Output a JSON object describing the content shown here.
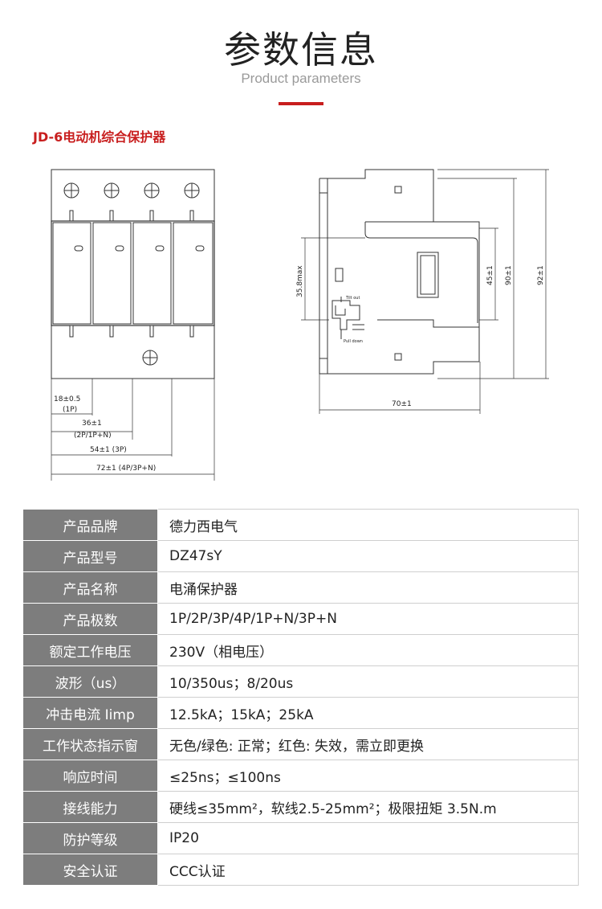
{
  "header": {
    "title": "参数信息",
    "subtitle": "Product parameters",
    "model": "JD-6电动机综合保护器"
  },
  "drawing": {
    "front": {
      "dim_1p": "18±0.5",
      "dim_1p_note": "(1P)",
      "dim_2p": "36±1",
      "dim_2p_note": "(2P/1P+N)",
      "dim_3p": "54±1 (3P)",
      "dim_4p": "72±1 (4P/3P+N)"
    },
    "side": {
      "dim_max": "35.8max",
      "dim_45": "45±1",
      "dim_90": "90±1",
      "dim_92": "92±1",
      "dim_70": "70±1",
      "tilt_out": "Tilt out",
      "pull_down": "Pull down"
    }
  },
  "specs": [
    {
      "key": "产品品牌",
      "value": "德力西电气"
    },
    {
      "key": "产品型号",
      "value": "DZ47sY"
    },
    {
      "key": "产品名称",
      "value": "电涌保护器"
    },
    {
      "key": "产品极数",
      "value": "1P/2P/3P/4P/1P+N/3P+N"
    },
    {
      "key": "额定工作电压",
      "value": "230V（相电压）"
    },
    {
      "key": "波形（us）",
      "value": "10/350us；8/20us"
    },
    {
      "key": "冲击电流 Iimp",
      "value": "12.5kA；15kA；25kA"
    },
    {
      "key": "工作状态指示窗",
      "value": "无色/绿色: 正常；红色: 失效，需立即更换"
    },
    {
      "key": "响应时间",
      "value": "≤25ns；≤100ns"
    },
    {
      "key": "接线能力",
      "value": "硬线≤35mm²，软线2.5-25mm²；极限扭矩 3.5N.m"
    },
    {
      "key": "防护等级",
      "value": "IP20"
    },
    {
      "key": "安全认证",
      "value": "CCC认证"
    }
  ]
}
